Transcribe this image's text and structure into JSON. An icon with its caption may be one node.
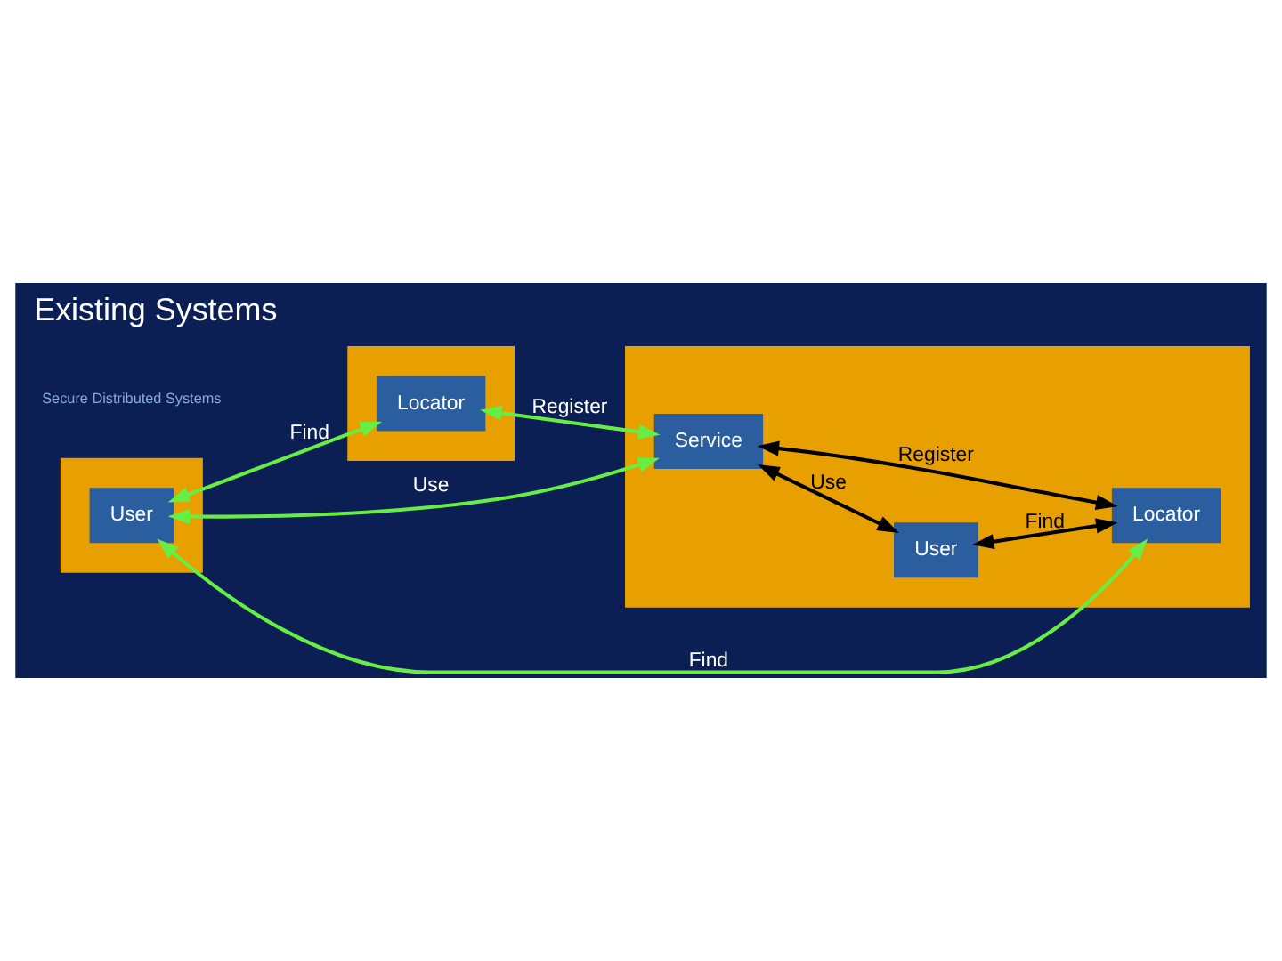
{
  "diagram": {
    "title": "Existing Systems",
    "nodes": [
      {
        "text": [],
        "shape": "box"
      },
      {
        "text": [
          "User"
        ],
        "in": 0
      },
      {
        "text": [],
        "shape": "box"
      },
      {
        "text": [
          "Locator"
        ],
        "in": 2
      },
      {
        "text": [],
        "shape": "box"
      },
      {
        "text": [
          "Service"
        ],
        "in": 4
      },
      {
        "text": [
          "User"
        ],
        "in": 4
      },
      {
        "text": [
          "Locator"
        ],
        "in": 4
      }
    ],
    "edges": [
      {
        "from": 1,
        "to": 5,
        "arrow": "both",
        "label": "Use"
      },
      {
        "from": 1,
        "to": 3,
        "arrow": "both",
        "label": "Find"
      },
      {
        "from": 1,
        "to": 7,
        "arrow": "both",
        "label": "Find"
      },
      {
        "from": 3,
        "to": 5,
        "arrow": "both",
        "label": "Register"
      },
      {
        "from": 5,
        "to": 6,
        "arrow": "both",
        "label": "Use",
        "color": "#000000"
      },
      {
        "from": 5,
        "to": 7,
        "arrow": "both",
        "label": "Register",
        "color": "#000000"
      },
      {
        "from": 6,
        "to": 7,
        "arrow": "both",
        "label": "Find",
        "color": "#000000"
      }
    ],
    "labels": [
      "Secure Distributed Systems"
    ]
  }
}
